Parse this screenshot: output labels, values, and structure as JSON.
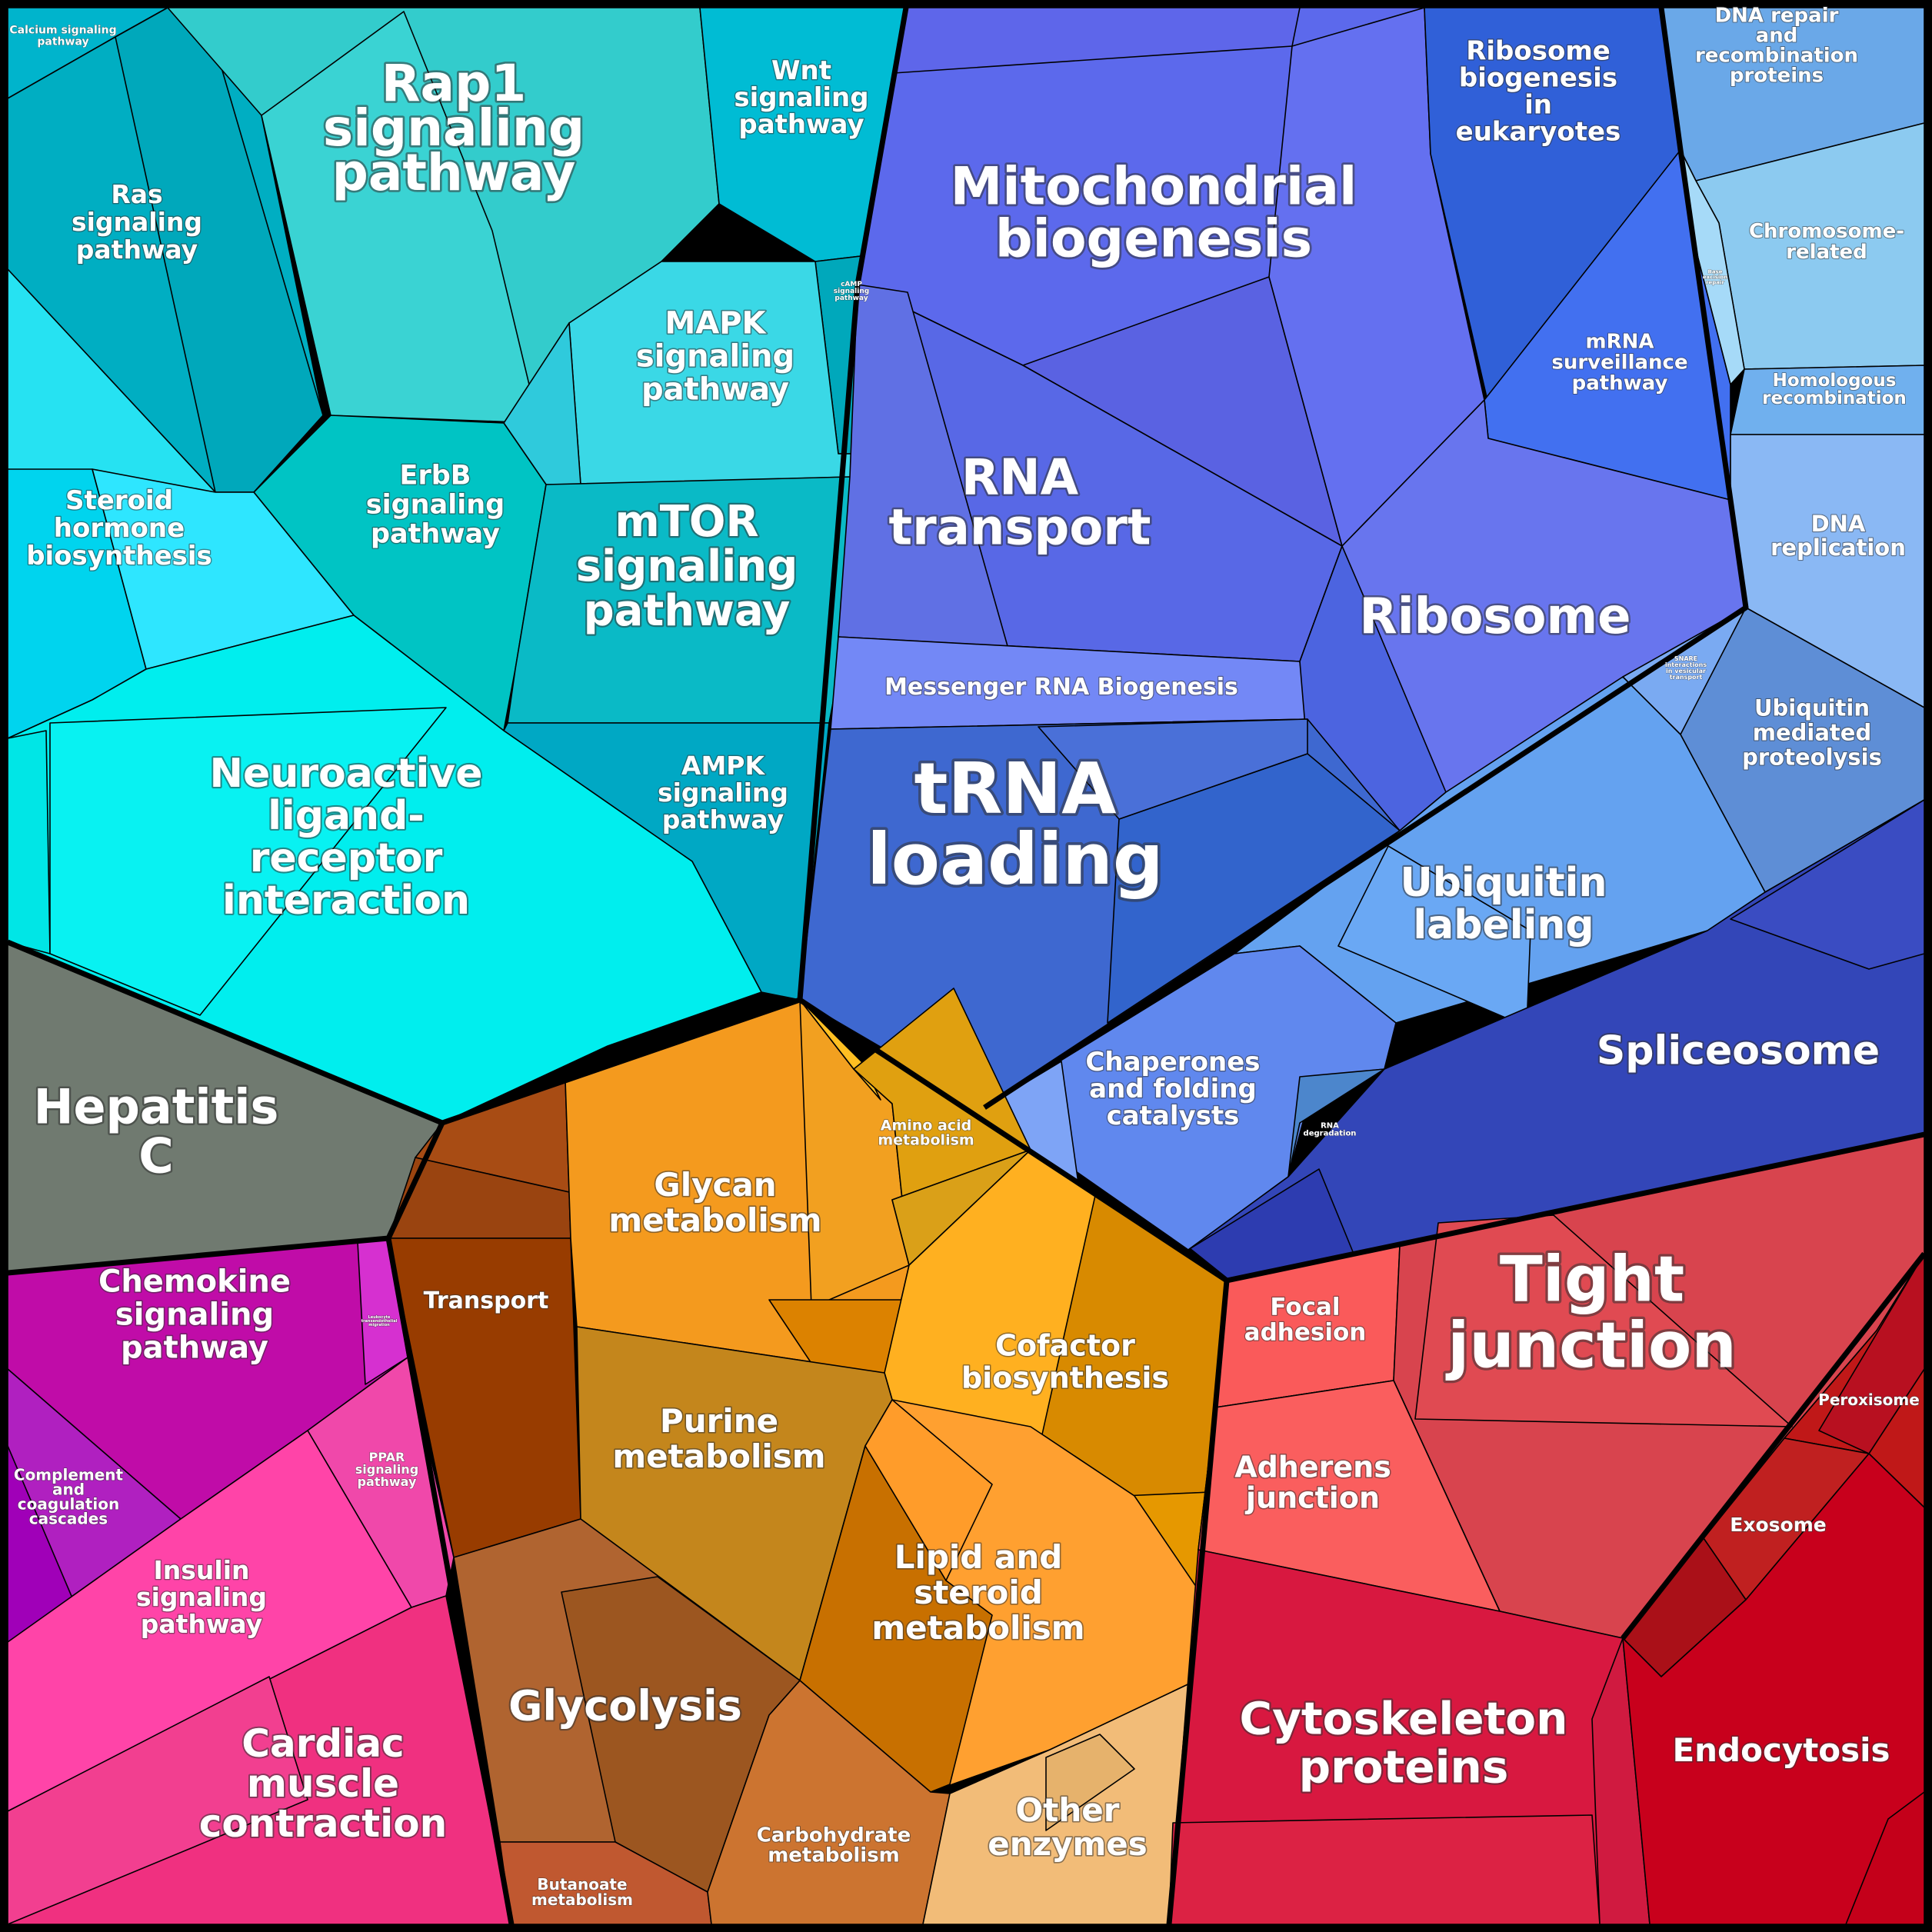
{
  "colors": {
    "signaling": "#00b8cc",
    "genetic_information": "#5060e0",
    "metabolism": "#e8951a",
    "cellular_processes": "#d83040",
    "organismal_systems": "#e02090",
    "human_disease": "#707a70"
  },
  "labels": {
    "rap1": [
      "Rap1",
      "signaling",
      "pathway"
    ],
    "wnt": [
      "Wnt",
      "signaling",
      "pathway"
    ],
    "ras": [
      "Ras",
      "signaling",
      "pathway"
    ],
    "calcium": [
      "Calcium signaling",
      "pathway"
    ],
    "mapk": [
      "MAPK",
      "signaling",
      "pathway"
    ],
    "camp": [
      "cAMP",
      "signaling",
      "pathway"
    ],
    "erbb": [
      "ErbB",
      "signaling",
      "pathway"
    ],
    "mtor": [
      "mTOR",
      "signaling",
      "pathway"
    ],
    "ampk": [
      "AMPK",
      "signaling",
      "pathway"
    ],
    "steroid_hormone": [
      "Steroid",
      "hormone",
      "biosynthesis"
    ],
    "neuroactive": [
      "Neuroactive",
      "ligand-",
      "receptor",
      "interaction"
    ],
    "hepatitis": [
      "Hepatitis",
      "C"
    ],
    "mito": [
      "Mitochondrial",
      "biogenesis"
    ],
    "ribo_biogenesis": [
      "Ribosome",
      "biogenesis",
      "in",
      "eukaryotes"
    ],
    "dna_repair": [
      "DNA repair",
      "and",
      "recombination",
      "proteins"
    ],
    "chromosome": [
      "Chromosome-",
      "related"
    ],
    "mrna_surv": [
      "mRNA",
      "surveillance",
      "pathway"
    ],
    "homologous": [
      "Homologous",
      "recombination"
    ],
    "rna_transport": [
      "RNA",
      "transport"
    ],
    "ribosome": [
      "Ribosome"
    ],
    "dna_replication": [
      "DNA",
      "replication"
    ],
    "messenger": [
      "Messenger RNA Biogenesis"
    ],
    "trna": [
      "tRNA",
      "loading"
    ],
    "snare": [
      "SNARE",
      "interactions",
      "in vesicular",
      "transport"
    ],
    "ubiq_mediated": [
      "Ubiquitin",
      "mediated",
      "proteolysis"
    ],
    "ubiq_label": [
      "Ubiquitin",
      "labeling"
    ],
    "chaperones": [
      "Chaperones",
      "and folding",
      "catalysts"
    ],
    "rna_degradation": [
      "RNA",
      "degradation"
    ],
    "spliceosome": [
      "Spliceosome"
    ],
    "base_excision": [
      "Base",
      "excision",
      "repair"
    ],
    "glycan": [
      "Glycan",
      "metabolism"
    ],
    "amino_acid": [
      "Amino acid",
      "metabolism"
    ],
    "transport": [
      "Transport"
    ],
    "cofactor": [
      "Cofactor",
      "biosynthesis"
    ],
    "purine": [
      "Purine",
      "metabolism"
    ],
    "lipid": [
      "Lipid and",
      "steroid",
      "metabolism"
    ],
    "glycolysis": [
      "Glycolysis"
    ],
    "carbohydrate": [
      "Carbohydrate",
      "metabolism"
    ],
    "other_enzymes": [
      "Other",
      "enzymes"
    ],
    "butanoate": [
      "Butanoate",
      "metabolism"
    ],
    "chemokine": [
      "Chemokine",
      "signaling",
      "pathway"
    ],
    "leukocyte": [
      "Leukocyte",
      "transendothelial",
      "migration"
    ],
    "complement": [
      "Complement",
      "and",
      "coagulation",
      "cascades"
    ],
    "ppar": [
      "PPAR",
      "signaling",
      "pathway"
    ],
    "insulin": [
      "Insulin",
      "signaling",
      "pathway"
    ],
    "cardiac": [
      "Cardiac",
      "muscle",
      "contraction"
    ],
    "focal": [
      "Focal",
      "adhesion"
    ],
    "tight": [
      "Tight",
      "junction"
    ],
    "peroxisome": [
      "Peroxisome"
    ],
    "adherens": [
      "Adherens",
      "junction"
    ],
    "exosome": [
      "Exosome"
    ],
    "cytoskeleton": [
      "Cytoskeleton",
      "proteins"
    ],
    "endocytosis": [
      "Endocytosis"
    ]
  }
}
